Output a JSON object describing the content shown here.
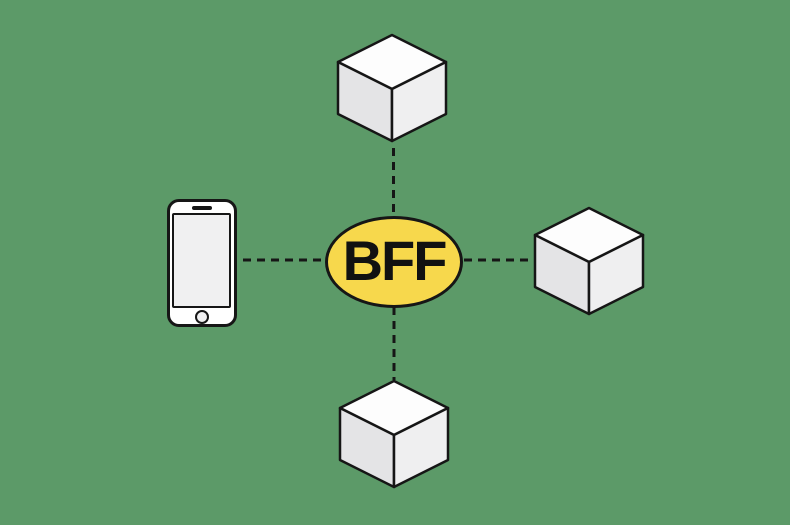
{
  "diagram": {
    "center_label": "BFF",
    "icons": {
      "client": "smartphone-icon",
      "service_top": "cube-icon",
      "service_right": "cube-icon",
      "service_bottom": "cube-icon"
    },
    "edges": [
      "phone-to-bff",
      "bff-to-top-cube",
      "bff-to-right-cube",
      "bff-to-bottom-cube"
    ],
    "colors": {
      "background": "#5C9A68",
      "outline": "#161616",
      "ellipse_fill": "#F7D84C",
      "text": "#111111",
      "cube_top": "#FDFDFD",
      "cube_left": "#E4E4E6",
      "cube_right": "#EFEFF0",
      "phone_body": "#FFFFFF",
      "phone_screen": "#F0F0F1"
    }
  }
}
